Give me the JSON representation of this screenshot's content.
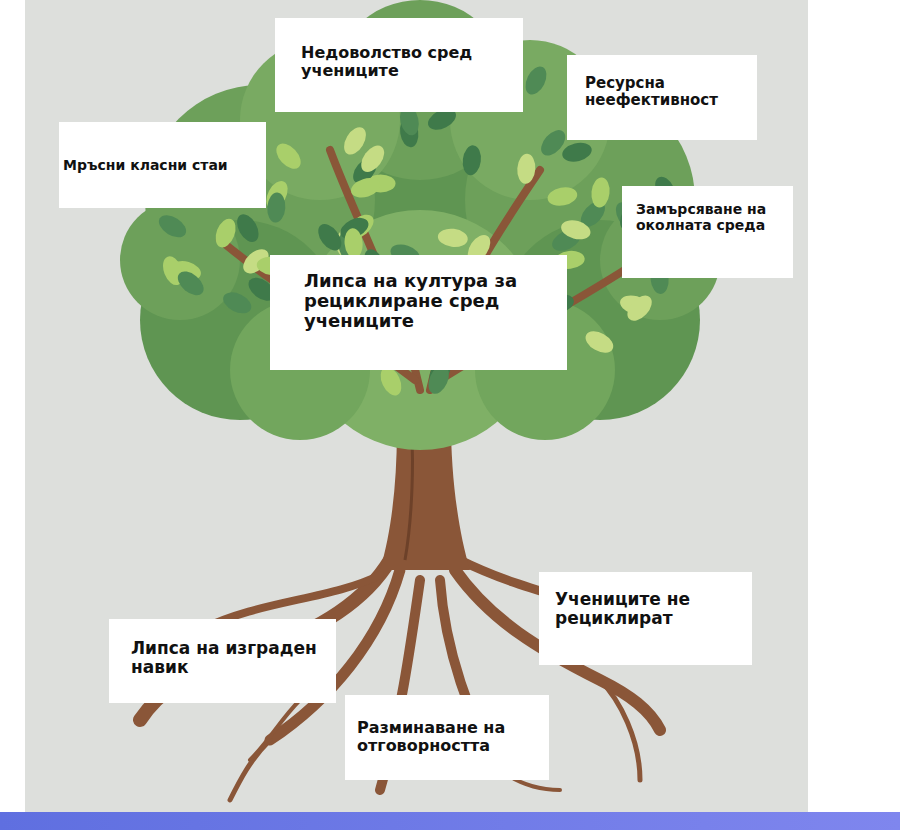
{
  "diagram": {
    "nodes": [
      {
        "text": [
          "Недоволство сред учениците"
        ]
      },
      {
        "text": [
          "Ресурсна неефективност"
        ]
      },
      {
        "text": [
          "Мръсни класни стаи"
        ]
      },
      {
        "text": [
          "Замърсяване на околната среда"
        ]
      },
      {
        "text": [
          "Липса на култура за рециклиране сред учениците"
        ]
      },
      {
        "text": [
          "Учениците не рециклират"
        ]
      },
      {
        "text": [
          "Липса на изграден навик"
        ]
      },
      {
        "text": [
          "Разминаване на отговорността"
        ]
      }
    ]
  }
}
